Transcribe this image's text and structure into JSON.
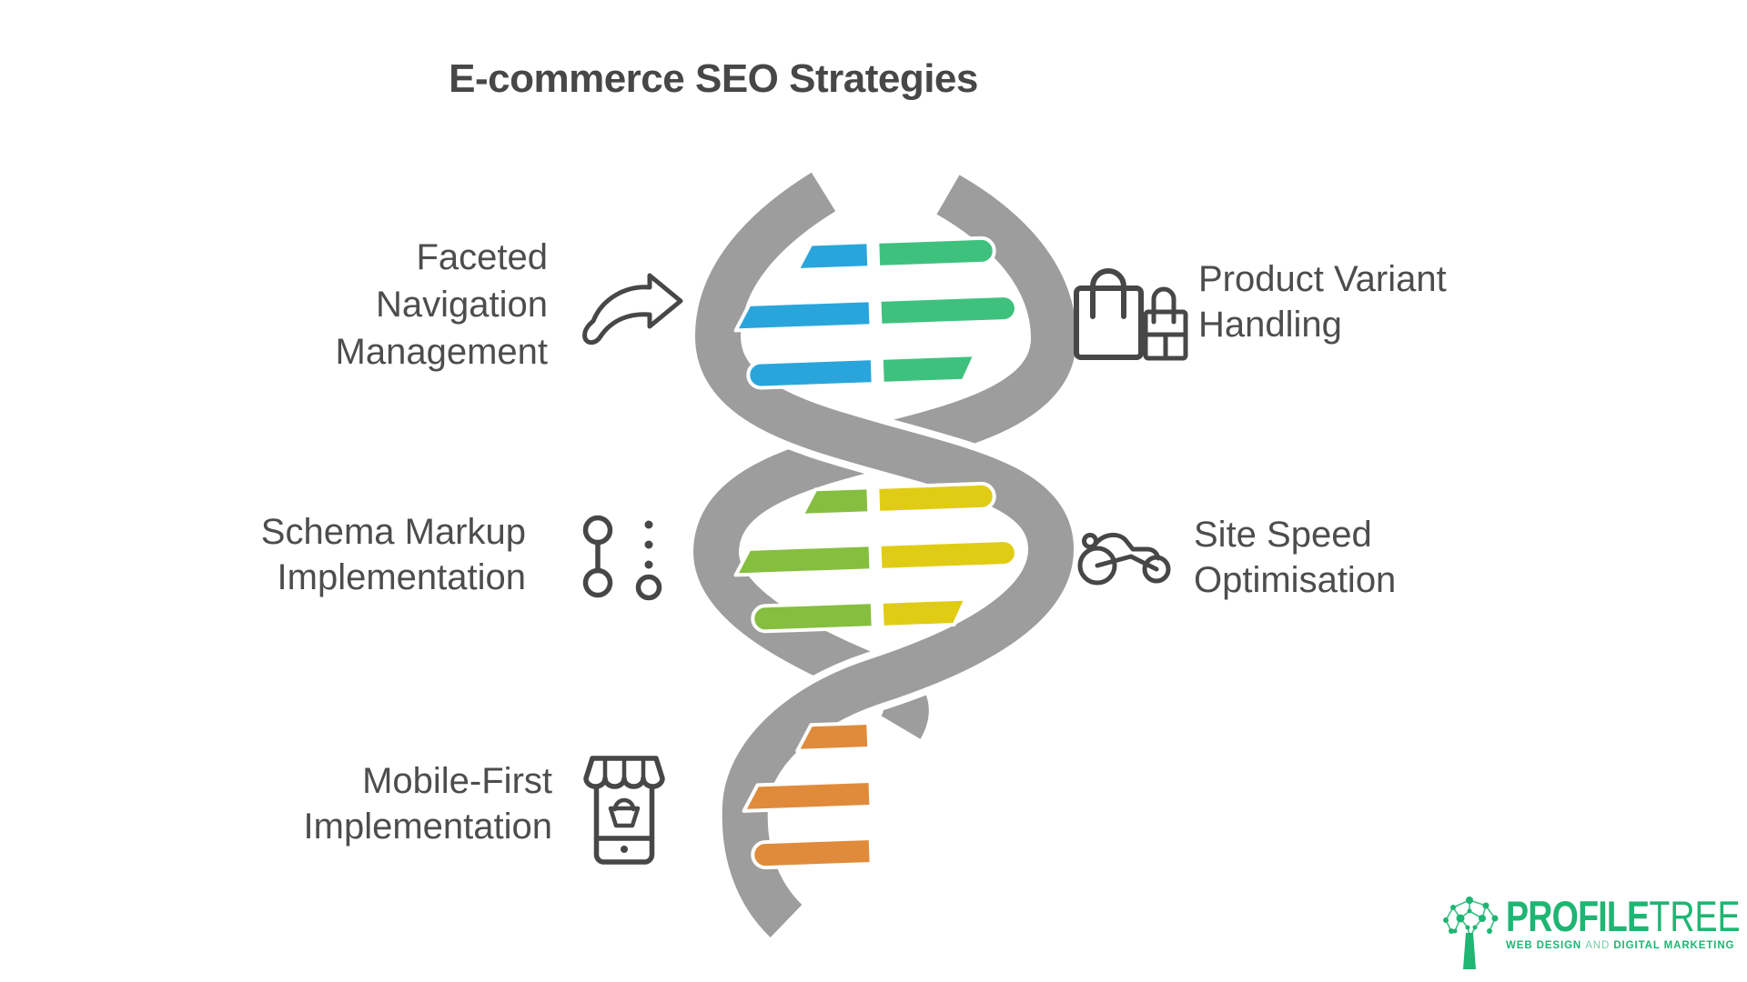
{
  "title": "E-commerce SEO Strategies",
  "items": [
    {
      "id": "faceted-navigation",
      "icon": "curved-arrow-icon",
      "lines": [
        "Faceted",
        "Navigation",
        "Management"
      ]
    },
    {
      "id": "product-variant",
      "icon": "shopping-bags-icon",
      "lines": [
        "Product Variant",
        "Handling"
      ]
    },
    {
      "id": "schema-markup",
      "icon": "schema-nodes-icon",
      "lines": [
        "Schema Markup",
        "Implementation"
      ]
    },
    {
      "id": "site-speed",
      "icon": "bicycle-icon",
      "lines": [
        "Site Speed",
        "Optimisation"
      ]
    },
    {
      "id": "mobile-first",
      "icon": "mobile-store-icon",
      "lines": [
        "Mobile-First",
        "Implementation"
      ]
    }
  ],
  "brand": {
    "name_bold": "PROFILE",
    "name_light": "TREE",
    "tagline_part1": "WEB DESIGN",
    "tagline_conj": "AND",
    "tagline_part2": "DIGITAL MARKETING"
  },
  "colors": {
    "background": "#FFFFFF",
    "rung_blue": "#2AA5DC",
    "rung_green": "#3FC17E",
    "rung_lime": "#86BE40",
    "rung_yellow": "#E0CC15",
    "rung_orange": "#E08B3B",
    "strand_gray": "#9D9D9D",
    "text_dark": "#4D4D4D",
    "icon_dark": "#474747",
    "logo_green": "#1FB573"
  }
}
